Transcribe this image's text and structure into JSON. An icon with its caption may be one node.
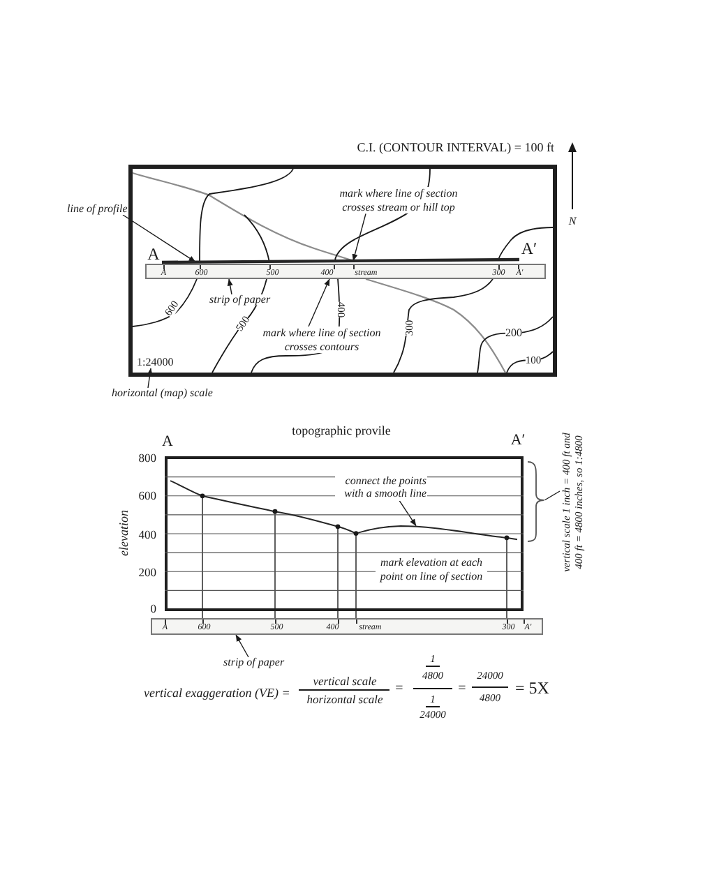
{
  "diagram": {
    "nodes": [
      {
        "text": [],
        "shape": "box"
      },
      {
        "text": [
          "line of profile"
        ]
      },
      {
        "text": [
          "mark where line of section crosses stream or hill top"
        ],
        "in": 0
      },
      {
        "text": [],
        "shape": "line",
        "in": 0,
        "beside": [
          "A",
          "A′"
        ]
      },
      {
        "text": [
          "A",
          "600",
          "500",
          "400",
          "stream",
          "300",
          "A′"
        ],
        "in": 0
      },
      {
        "text": [
          "strip of paper"
        ],
        "in": 0
      },
      {
        "text": [
          "mark where line of section crosses contours"
        ],
        "in": 0
      },
      {
        "text": [
          "1:24000"
        ],
        "in": 0
      },
      {
        "text": [
          "horizontal (map) scale"
        ]
      },
      {
        "text": [
          "topographic provile"
        ]
      },
      {
        "text": [
          "connect the points with a smooth line"
        ],
        "in": 9
      },
      {
        "text": [],
        "shape": "circle",
        "in": 9
      },
      {
        "text": [],
        "shape": "circle",
        "in": 9
      },
      {
        "text": [],
        "shape": "circle",
        "in": 9
      },
      {
        "text": [],
        "shape": "circle",
        "in": 9
      },
      {
        "text": [],
        "shape": "circle",
        "in": 9
      },
      {
        "text": [],
        "shape": "bracket"
      },
      {
        "text": [
          "vertical scale 1 inch = 400 ft and 400 ft = 4800 inches, so 1:4800"
        ]
      },
      {
        "text": [
          "A",
          "600",
          "500",
          "400",
          "stream",
          "300",
          "A′"
        ]
      },
      {
        "text": [
          "strip of paper"
        ]
      }
    ],
    "edges": [
      {
        "from": 1,
        "to": 3,
        "arrow": "to"
      },
      {
        "from": 2,
        "to": 3,
        "arrow": "to"
      },
      {
        "from": 5,
        "to": 4,
        "arrow": "to"
      },
      {
        "from": 6,
        "to": 4,
        "arrow": "to"
      },
      {
        "from": 8,
        "to": 7,
        "arrow": "to"
      },
      {
        "from": 10,
        "to": null,
        "arrow": "to"
      },
      {
        "from": 18,
        "to": 11,
        "arrow": "none"
      },
      {
        "from": 18,
        "to": 12,
        "arrow": "none"
      },
      {
        "from": 18,
        "to": 13,
        "arrow": "none"
      },
      {
        "from": 18,
        "to": 14,
        "arrow": "none"
      },
      {
        "from": 18,
        "to": 15,
        "arrow": "none"
      },
      {
        "from": 16,
        "to": 17,
        "arrow": "none"
      },
      {
        "from": 19,
        "to": 18,
        "arrow": "to"
      }
    ],
    "labels": [
      "C.I. (CONTOUR INTERVAL) = 100 ft",
      "N",
      "600",
      "500",
      "400",
      "300",
      "200",
      "100",
      "A",
      "A′",
      "800",
      "600",
      "400",
      "200",
      "0",
      "elevation",
      "mark elevation at each point on line of section",
      "vertical exaggeration (VE) =",
      "vertical scale",
      "horizontal scale",
      "=",
      "1",
      "4800",
      "1",
      "24000",
      "=",
      "24000",
      "4800",
      "= 5X"
    ]
  }
}
